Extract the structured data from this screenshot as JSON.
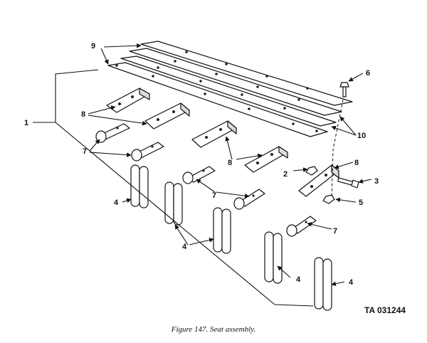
{
  "callouts": {
    "c1": "1",
    "c2": "2",
    "c3": "3",
    "c4a": "4",
    "c4b": "4",
    "c4c": "4",
    "c4d": "4",
    "c5": "5",
    "c6": "6",
    "c7a": "7",
    "c7b": "7",
    "c7c": "7",
    "c8a": "8",
    "c8b": "8",
    "c8c": "8",
    "c9": "9",
    "c10": "10"
  },
  "ta_code": "TA 031244",
  "caption": "Figure 147. Seat assembly."
}
